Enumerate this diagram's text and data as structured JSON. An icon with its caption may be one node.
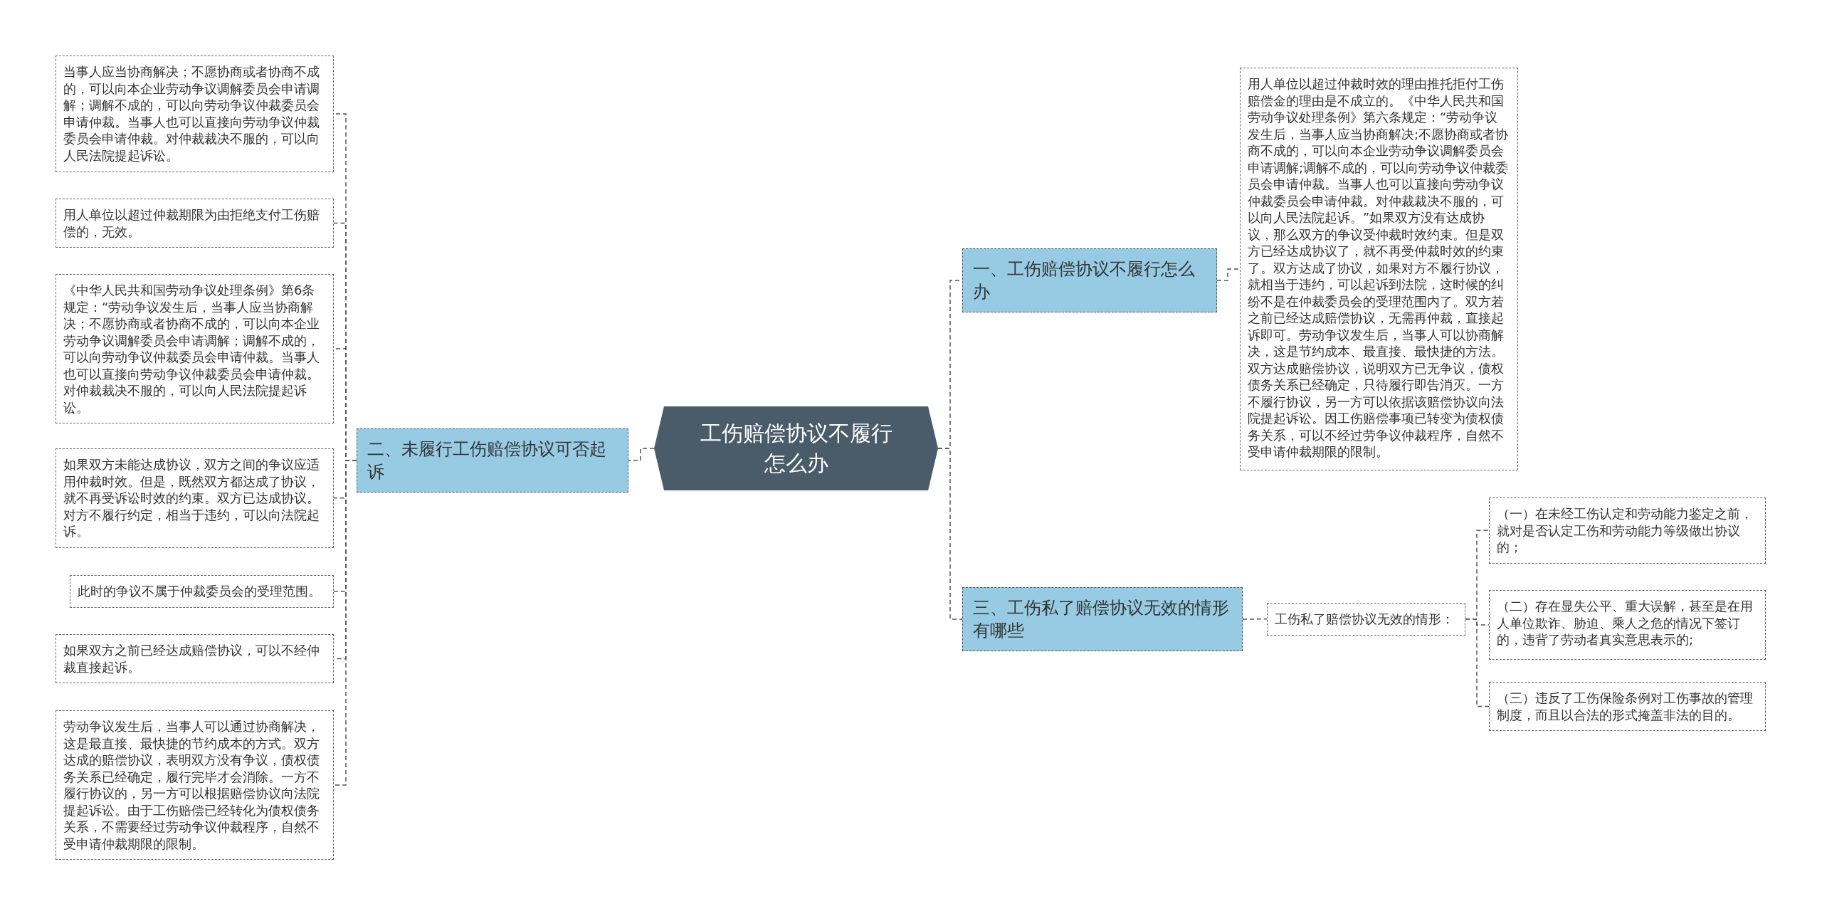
{
  "diagram": {
    "nodes": [
      {
        "text": [
          "工伤赔偿协议不履行怎么办"
        ]
      },
      {
        "text": [
          "一、工伤赔偿协议不履行怎么办"
        ]
      },
      {
        "text": [
          "用人单位以超过仲裁时效的理由推托拒付工伤赔偿金的理由是不成立的。《中华人民共和国劳动争议处理条例》第六条规定：“劳动争议发生后，当事人应当协商解决;不愿协商或者协商不成的，可以向本企业劳动争议调解委员会申请调解;调解不成的，可以向劳动争议仲裁委员会申请仲裁。当事人也可以直接向劳动争议仲裁委员会申请仲裁。对仲裁裁决不服的，可以向人民法院起诉。”如果双方没有达成协议，那么双方的争议受仲裁时效约束。但是双方已经达成协议了，就不再受仲裁时效的约束了。双方达成了协议，如果对方不履行协议，就相当于违约，可以起诉到法院，这时候的纠纷不是在仲裁委员会的受理范围内了。双方若之前已经达成赔偿协议，无需再仲裁，直接起诉即可。劳动争议发生后，当事人可以协商解决，这是节约成本、最直接、最快捷的方法。双方达成赔偿协议，说明双方已无争议，债权债务关系已经确定，只待履行即告消灭。一方不履行协议，另一方可以依据该赔偿协议向法院提起诉讼。因工伤赔偿事项已转变为债权债务关系，可以不经过劳争议仲裁程序，自然不受申请仲裁期限的限制。"
        ]
      },
      {
        "text": [
          "二、未履行工伤赔偿协议可否起诉"
        ]
      },
      {
        "text": [
          "当事人应当协商解决；不愿协商或者协商不成的，可以向本企业劳动争议调解委员会申请调解；调解不成的，可以向劳动争议仲裁委员会申请仲裁。当事人也可以直接向劳动争议仲裁委员会申请仲裁。对仲裁裁决不服的，可以向人民法院提起诉讼。"
        ]
      },
      {
        "text": [
          "用人单位以超过仲裁期限为由拒绝支付工伤赔偿的，无效。"
        ]
      },
      {
        "text": [
          "《中华人民共和国劳动争议处理条例》第6条规定：“劳动争议发生后，当事人应当协商解决；不愿协商或者协商不成的，可以向本企业劳动争议调解委员会申请调解；调解不成的，可以向劳动争议仲裁委员会申请仲裁。当事人也可以直接向劳动争议仲裁委员会申请仲裁。对仲裁裁决不服的，可以向人民法院提起诉讼。"
        ]
      },
      {
        "text": [
          "如果双方未能达成协议，双方之间的争议应适用仲裁时效。但是，既然双方都达成了协议，就不再受诉讼时效的约束。双方已达成协议。对方不履行约定，相当于违约，可以向法院起诉。"
        ]
      },
      {
        "text": [
          "此时的争议不属于仲裁委员会的受理范围。"
        ]
      },
      {
        "text": [
          "如果双方之前已经达成赔偿协议，可以不经仲裁直接起诉。"
        ]
      },
      {
        "text": [
          "劳动争议发生后，当事人可以通过协商解决，这是最直接、最快捷的节约成本的方式。双方达成的赔偿协议，表明双方没有争议，债权债务关系已经确定，履行完毕才会消除。一方不履行协议的，另一方可以根据赔偿协议向法院提起诉讼。由于工伤赔偿已经转化为债权债务关系，不需要经过劳动争议仲裁程序，自然不受申请仲裁期限的限制。"
        ]
      },
      {
        "text": [
          "三、工伤私了赔偿协议无效的情形有哪些"
        ]
      },
      {
        "text": [
          "工伤私了赔偿协议无效的情形："
        ]
      },
      {
        "text": [
          "（一）在未经工伤认定和劳动能力鉴定之前，就对是否认定工伤和劳动能力等级做出协议的；"
        ]
      },
      {
        "text": [
          "（二）存在显失公平、重大误解，甚至是在用人单位欺诈、胁迫、乘人之危的情况下签订的，违背了劳动者真实意思表示的;"
        ]
      },
      {
        "text": [
          "（三）违反了工伤保险条例对工伤事故的管理制度，而且以合法的形式掩盖非法的目的。"
        ]
      }
    ],
    "edges": [
      {
        "from": 0,
        "to": 1,
        "arrow": "none",
        "style": "dashed"
      },
      {
        "from": 1,
        "to": 2,
        "arrow": "none",
        "style": "dashed"
      },
      {
        "from": 0,
        "to": 3,
        "arrow": "none",
        "style": "dashed"
      },
      {
        "from": 3,
        "to": 4,
        "arrow": "none",
        "style": "dashed"
      },
      {
        "from": 3,
        "to": 5,
        "arrow": "none",
        "style": "dashed"
      },
      {
        "from": 3,
        "to": 6,
        "arrow": "none",
        "style": "dashed"
      },
      {
        "from": 3,
        "to": 7,
        "arrow": "none",
        "style": "dashed"
      },
      {
        "from": 3,
        "to": 8,
        "arrow": "none",
        "style": "dashed"
      },
      {
        "from": 3,
        "to": 9,
        "arrow": "none",
        "style": "dashed"
      },
      {
        "from": 3,
        "to": 10,
        "arrow": "none",
        "style": "dashed"
      },
      {
        "from": 0,
        "to": 11,
        "arrow": "none",
        "style": "dashed"
      },
      {
        "from": 11,
        "to": 12,
        "arrow": "none",
        "style": "dashed"
      },
      {
        "from": 12,
        "to": 13,
        "arrow": "none",
        "style": "dashed"
      },
      {
        "from": 12,
        "to": 14,
        "arrow": "none",
        "style": "dashed"
      },
      {
        "from": 12,
        "to": 15,
        "arrow": "none",
        "style": "dashed"
      }
    ]
  }
}
